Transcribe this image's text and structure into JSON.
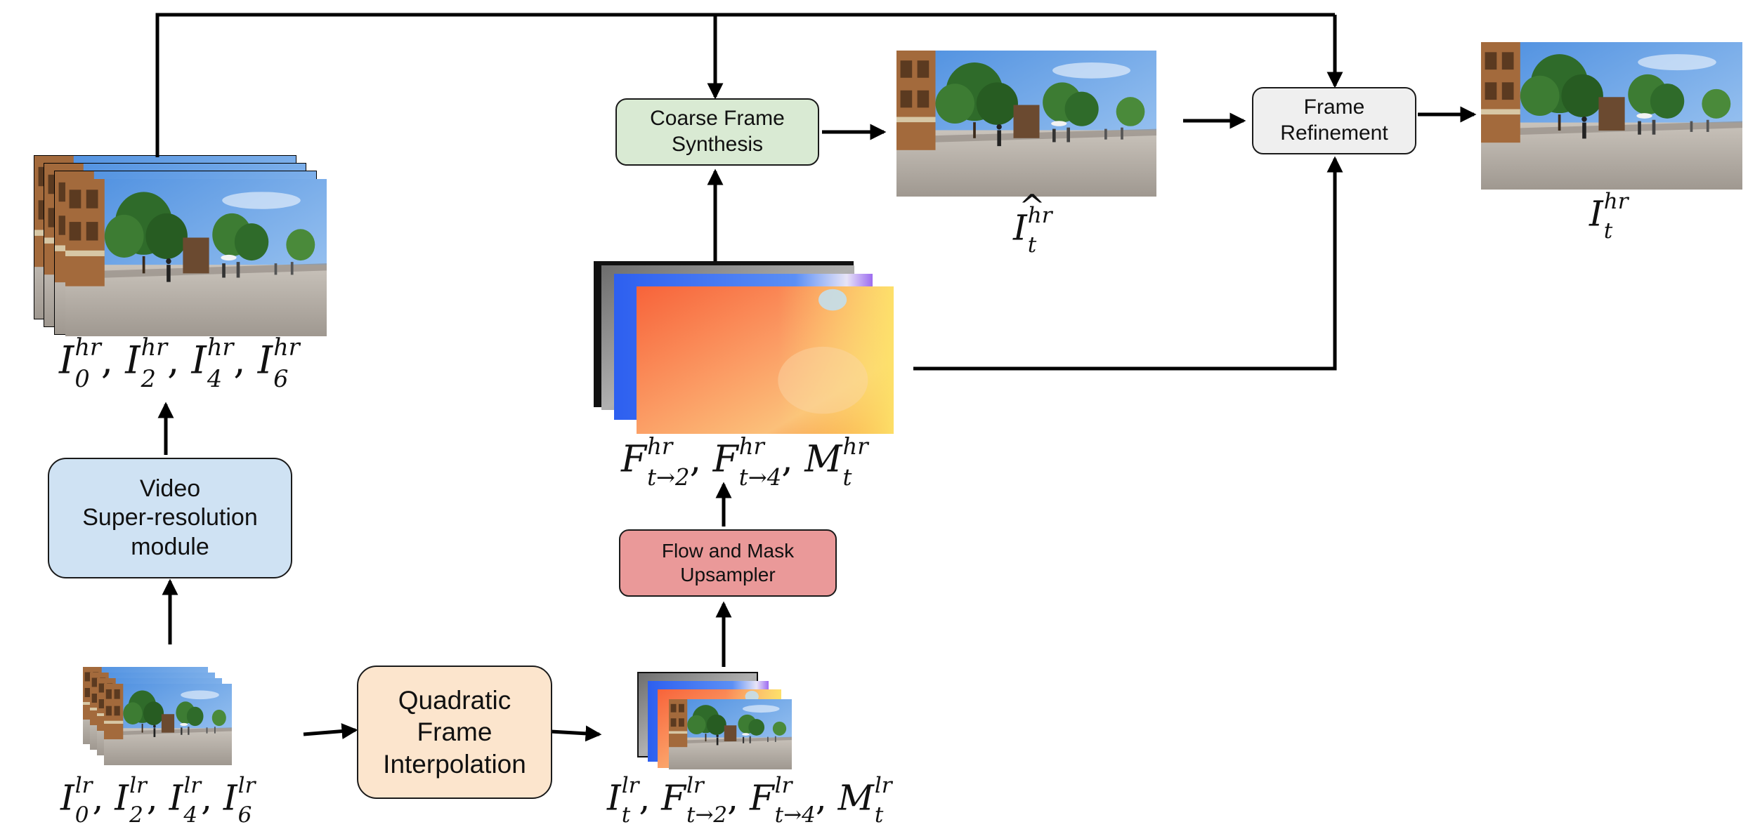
{
  "nodes": {
    "vsr": {
      "lines": [
        "Video",
        "Super-resolution",
        "module"
      ],
      "fill": "#cfe2f3"
    },
    "qfi": {
      "lines": [
        "Quadratic",
        "Frame",
        "Interpolation"
      ],
      "fill": "#fce5cd"
    },
    "fmu": {
      "lines": [
        "Flow and Mask",
        "Upsampler"
      ],
      "fill": "#ea9999"
    },
    "cfs": {
      "lines": [
        "Coarse Frame",
        "Synthesis"
      ],
      "fill": "#d9ead3"
    },
    "fr": {
      "lines": [
        "Frame",
        "Refinement"
      ],
      "fill": "#efefef"
    }
  },
  "labels": {
    "lr_inputs": {
      "base": "I",
      "sup": "lr",
      "subs": [
        "0",
        "2",
        "4",
        "6"
      ]
    },
    "hr_frames": {
      "base": "I",
      "sup": "hr",
      "subs": [
        "0",
        "2",
        "4",
        "6"
      ]
    },
    "lr_interp": [
      {
        "base": "I",
        "sup": "lr",
        "sub": "t"
      },
      {
        "base": "F",
        "sup": "lr",
        "sub": "t→2"
      },
      {
        "base": "F",
        "sup": "lr",
        "sub": "t→4"
      },
      {
        "base": "M",
        "sup": "lr",
        "sub": "t"
      }
    ],
    "hr_flows": [
      {
        "base": "F",
        "sup": "hr",
        "sub": "t→2"
      },
      {
        "base": "F",
        "sup": "hr",
        "sub": "t→4"
      },
      {
        "base": "M",
        "sup": "hr",
        "sub": "t"
      }
    ],
    "coarse_out": {
      "base": "I",
      "sup": "hr",
      "sub": "t",
      "hat": "^"
    },
    "final_out": {
      "base": "I",
      "sup": "hr",
      "sub": "t"
    }
  },
  "colors": {
    "line": "#000000",
    "sky": "#6aa6e8",
    "tree": "#2f6b2a",
    "ground": "#b8b2aa",
    "flow_orange": "#f7823a",
    "flow_yellow": "#fce36a",
    "flow_blue": "#3b6ef0",
    "flow_purple": "#a070f0",
    "mask_gray": "#8a8a8a"
  }
}
